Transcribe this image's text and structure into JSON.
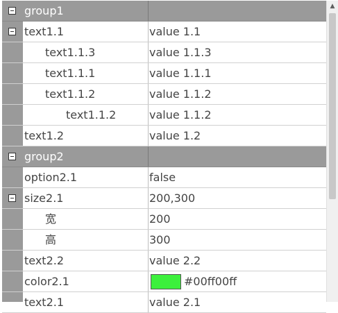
{
  "rows": [
    {
      "kind": "group",
      "label": "group1",
      "value": "",
      "level": 0,
      "toggle": true
    },
    {
      "kind": "item",
      "label": "text1.1",
      "value": "value 1.1",
      "level": 0,
      "toggle": true
    },
    {
      "kind": "item",
      "label": "text1.1.3",
      "value": "value 1.1.3",
      "level": 1,
      "toggle": false
    },
    {
      "kind": "item",
      "label": "text1.1.1",
      "value": "value 1.1.1",
      "level": 1,
      "toggle": false
    },
    {
      "kind": "item",
      "label": "text1.1.2",
      "value": "value 1.1.2",
      "level": 1,
      "toggle": true
    },
    {
      "kind": "item",
      "label": "text1.1.2",
      "value": "value 1.1.2",
      "level": 2,
      "toggle": false
    },
    {
      "kind": "item",
      "label": "text1.2",
      "value": "value 1.2",
      "level": 0,
      "toggle": false
    },
    {
      "kind": "group",
      "label": "group2",
      "value": "",
      "level": 0,
      "toggle": true
    },
    {
      "kind": "item",
      "label": "option2.1",
      "value": "false",
      "level": 0,
      "toggle": false
    },
    {
      "kind": "item",
      "label": "size2.1",
      "value": "200,300",
      "level": 0,
      "toggle": true
    },
    {
      "kind": "item",
      "label": "宽",
      "value": "200",
      "level": 1,
      "toggle": false
    },
    {
      "kind": "item",
      "label": "高",
      "value": "300",
      "level": 1,
      "toggle": false
    },
    {
      "kind": "item",
      "label": "text2.2",
      "value": "value 2.2",
      "level": 0,
      "toggle": false
    },
    {
      "kind": "color",
      "label": "color2.1",
      "value": "#00ff00ff",
      "swatch": "#3cf03c",
      "level": 0,
      "toggle": false
    },
    {
      "kind": "item",
      "label": "text2.1",
      "value": "value 2.1",
      "level": 0,
      "toggle": false
    }
  ],
  "colors": {
    "gutter": "#9a9a9a",
    "group_bg": "#9a9a9a",
    "text": "#444444",
    "group_text": "#ffffff"
  }
}
